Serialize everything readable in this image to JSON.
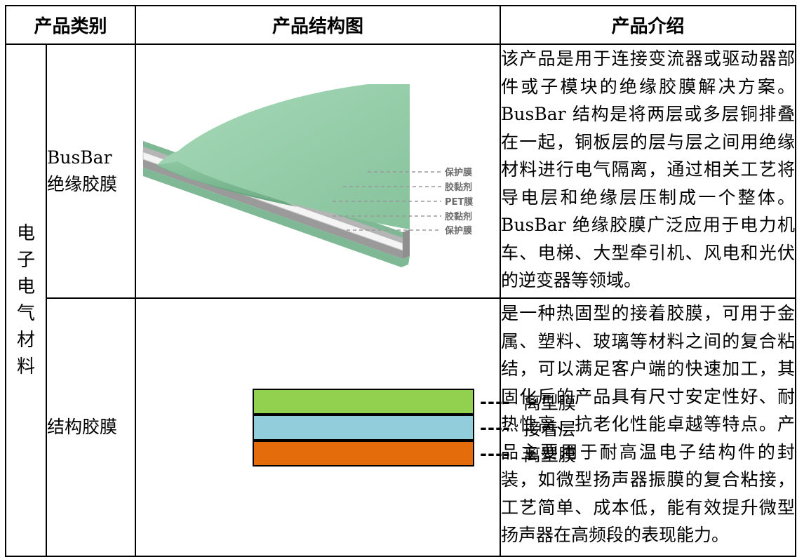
{
  "table": {
    "headers": [
      "产品类别",
      "产品结构图",
      "产品介绍"
    ],
    "category": "电子电气材料",
    "rows": [
      {
        "name": "BusBar 绝缘胶膜",
        "description": "该产品是用于连接变流器或驱动器部件或子模块的绝缘胶膜解决方案。BusBar 结构是将两层或多层铜排叠在一起，铜板层的层与层之间用绝缘材料进行电气隔离，通过相关工艺将导电层和绝缘层压制成一个整体。BusBar 绝缘胶膜广泛应用于电力机车、电梯、大型牵引机、风电和光伏的逆变器等领域。",
        "diagram_labels": [
          "保护膜",
          "胶黏剂",
          "PET膜",
          "胶黏剂",
          "保护膜"
        ],
        "colors": {
          "top_film": "#93cda8",
          "layer_grey": "#b9b9b9",
          "layer_white": "#f2f2f2"
        }
      },
      {
        "name": "结构胶膜",
        "description": "是一种热固型的接着胶膜，可用于金属、塑料、玻璃等材料之间的复合粘结，可以满足客户端的快速加工，其固化后的产品具有尺寸安定性好、耐热性高、抗老化性能卓越等特点。产品主要用于耐高温电子结构件的封装，如微型扬声器振膜的复合粘接，工艺简单、成本低，能有效提升微型扬声器在高频段的表现能力。",
        "diagram_layers": [
          {
            "label": "离型膜",
            "color": "#92d050"
          },
          {
            "label": "接着层",
            "color": "#92cddc"
          },
          {
            "label": "离型膜",
            "color": "#e46c0a"
          }
        ],
        "dash_marker": "----"
      }
    ]
  }
}
